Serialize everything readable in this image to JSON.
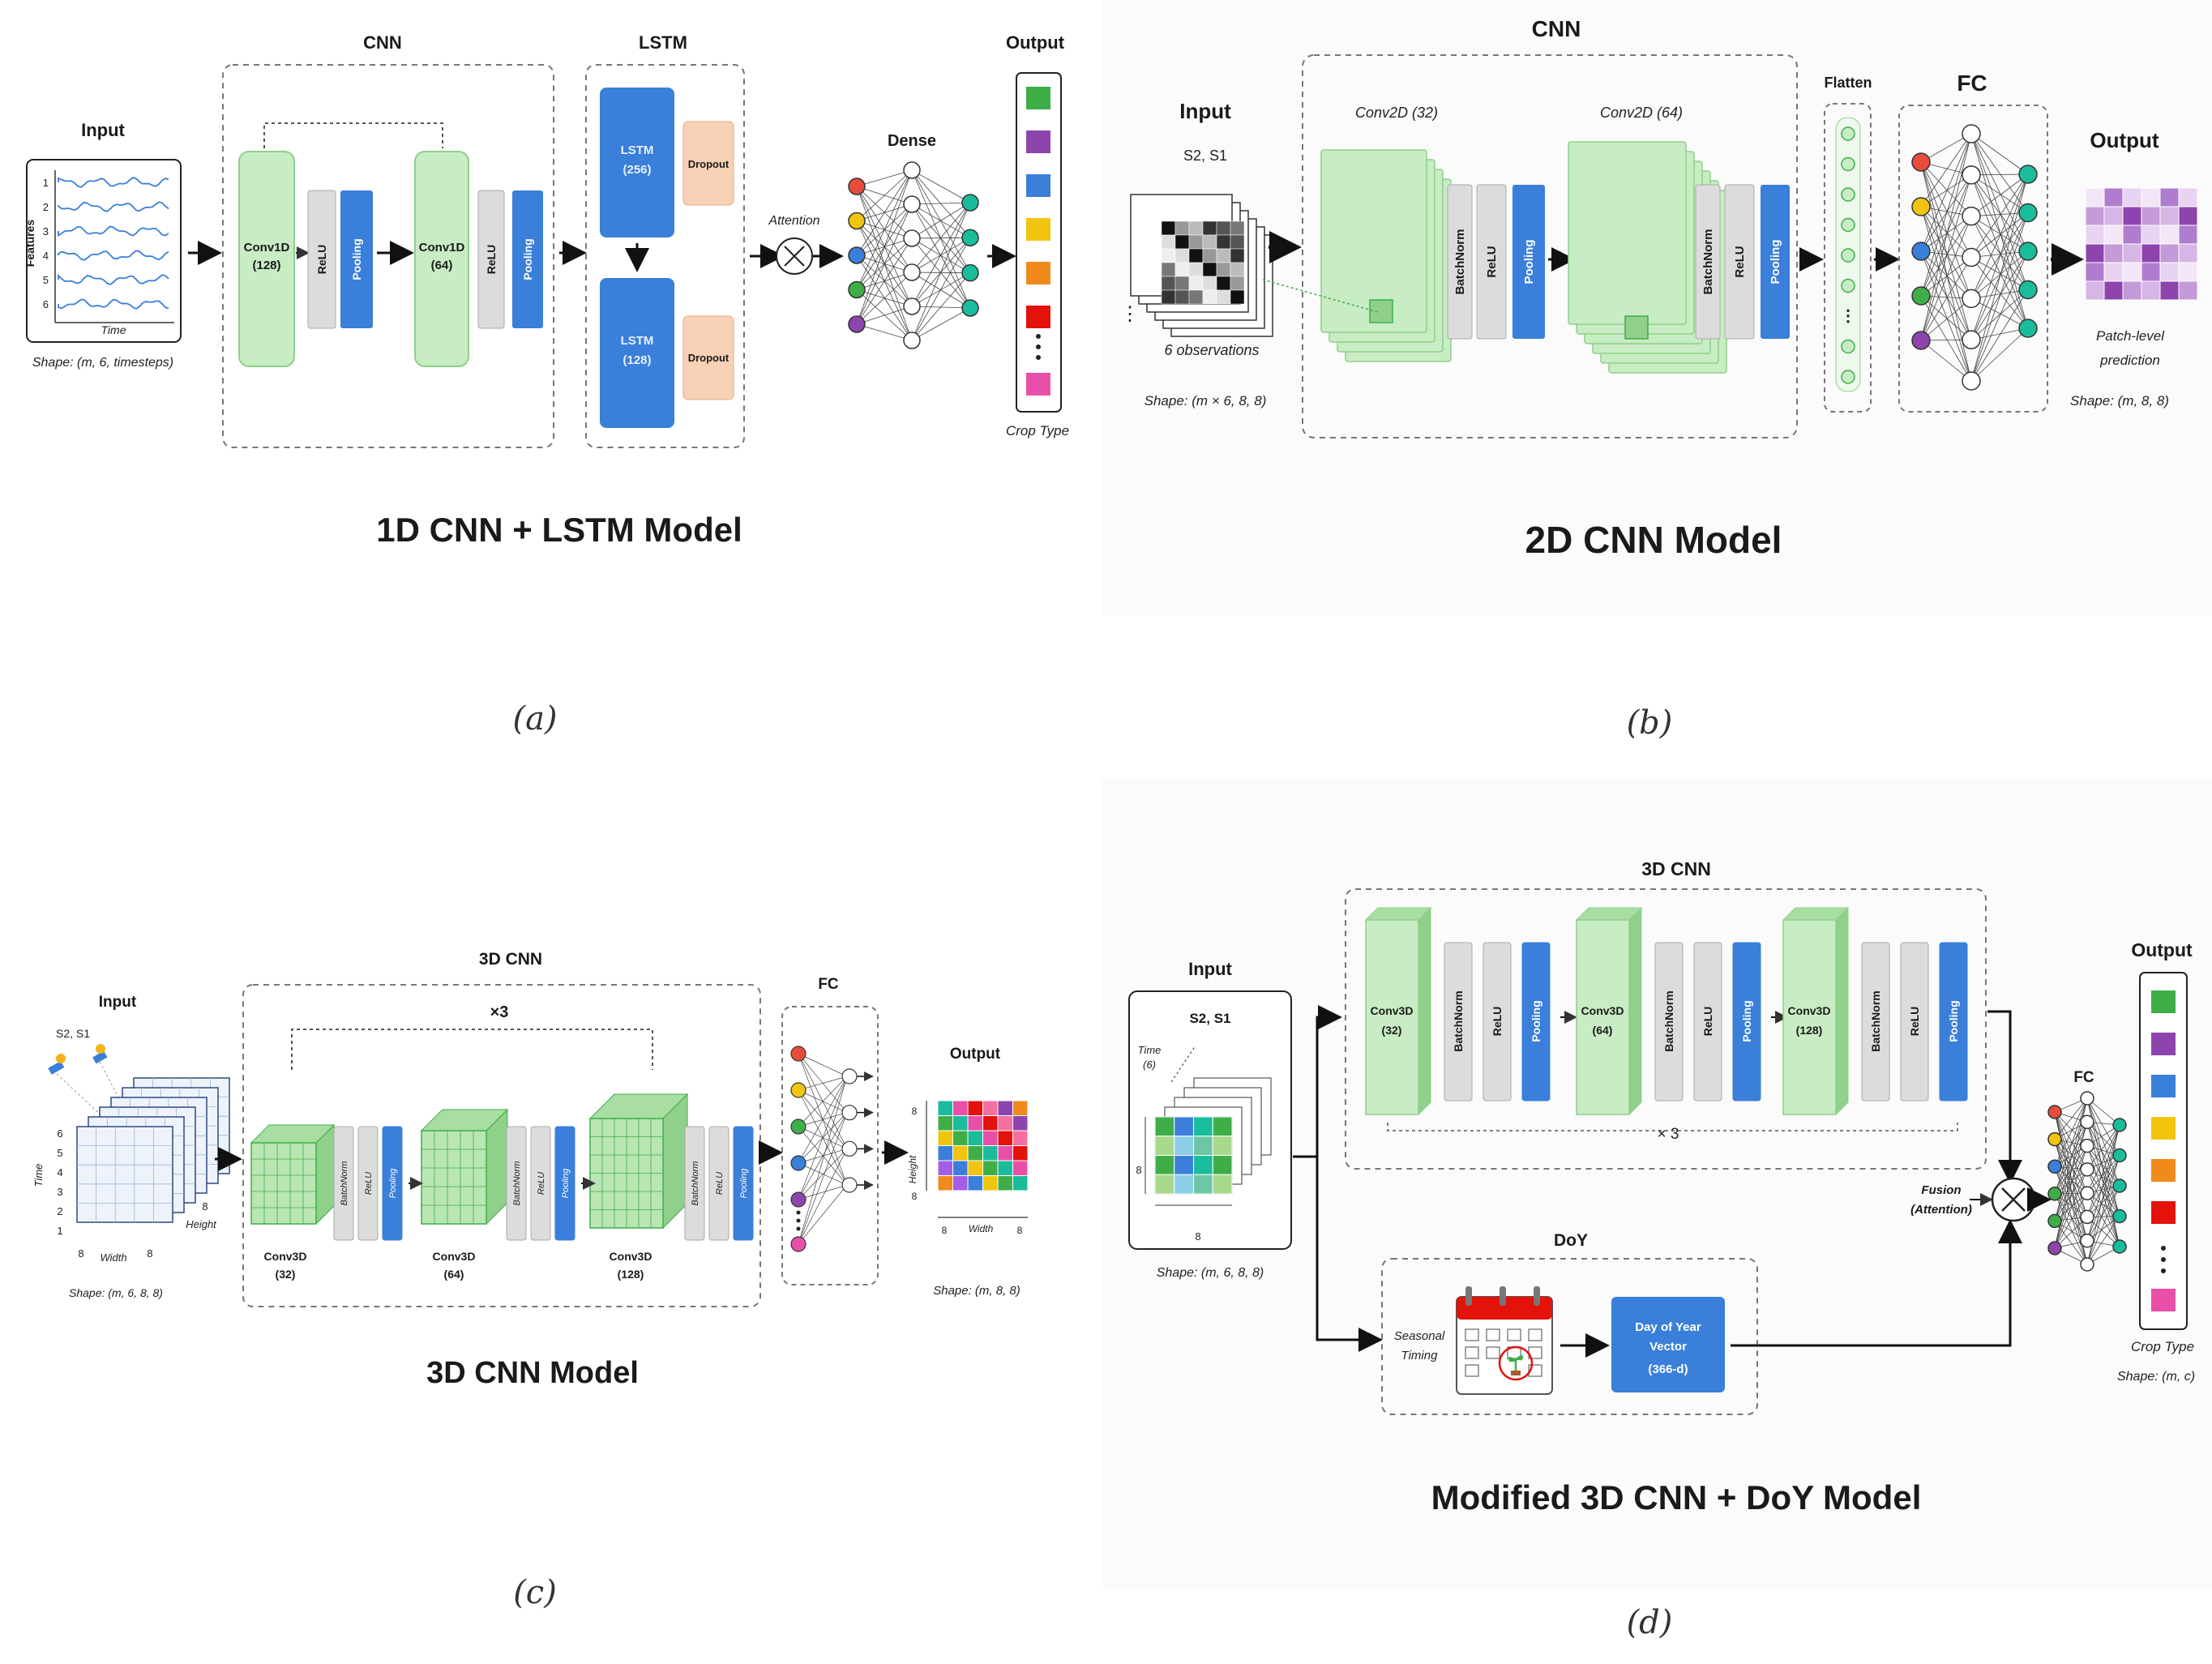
{
  "colors": {
    "green": "#c8ecc4",
    "green_stroke": "#8fd08a",
    "grey": "#dcdcdc",
    "blue": "#3a7fd9",
    "orange": "#f8d1b6",
    "purple": "#9b59b6"
  },
  "output_colors": [
    "#3fae49",
    "#8e44ad",
    "#3a7fd9",
    "#f1c40f",
    "#f08a1c",
    "#e3120b",
    "#e84fa8"
  ],
  "panel_a": {
    "input": {
      "title": "Input",
      "ylabel": "Features",
      "xlabel": "Time",
      "rows": [
        "1",
        "2",
        "3",
        "4",
        "5",
        "6"
      ],
      "shape": "Shape: (m, 6, timesteps)"
    },
    "cnn": {
      "title": "CNN",
      "conv1": "Conv1D",
      "conv1_n": "(128)",
      "conv2": "Conv1D",
      "conv2_n": "(64)",
      "relu": "ReLU",
      "pool": "Pooling"
    },
    "lstm": {
      "title": "LSTM",
      "l1": "LSTM",
      "l1_n": "(256)",
      "l2": "LSTM",
      "l2_n": "(128)",
      "dropout": "Dropout"
    },
    "attention": "Attention",
    "dense": "Dense",
    "output": {
      "title": "Output",
      "label": "Crop Type"
    },
    "model_title": "1D CNN + LSTM Model",
    "caption": "(a)"
  },
  "panel_b": {
    "cnn_title": "CNN",
    "input": {
      "title": "Input",
      "sub": "S2, S1",
      "obs": "6 observations",
      "shape": "Shape: (m × 6, 8, 8)"
    },
    "conv1": "Conv2D (32)",
    "conv2": "Conv2D (64)",
    "batchnorm": "BatchNorm",
    "relu": "ReLU",
    "pool": "Pooling",
    "flatten": "Flatten",
    "fc": "FC",
    "output": {
      "title": "Output",
      "label1": "Patch-level",
      "label2": "prediction",
      "shape": "Shape: (m, 8, 8)"
    },
    "model_title": "2D CNN Model",
    "caption": "(b)"
  },
  "panel_c": {
    "input": {
      "title": "Input",
      "sub": "S2, S1",
      "time": "Time",
      "width": "Width",
      "height": "Height",
      "shape": "Shape: (m, 6, 8, 8)",
      "ticks": [
        "6",
        "5",
        "4",
        "3",
        "2",
        "1"
      ],
      "w8": "8",
      "h8": "8"
    },
    "cnn": {
      "title": "3D CNN",
      "times": "×3",
      "c1": "Conv3D",
      "c1n": "(32)",
      "c2": "Conv3D",
      "c2n": "(64)",
      "c3": "Conv3D",
      "c3n": "(128)",
      "batchnorm": "BatchNorm",
      "relu": "ReLU",
      "pool": "Pooling"
    },
    "fc": "FC",
    "output": {
      "title": "Output",
      "height": "Height",
      "width": "Width",
      "v8": "8",
      "shape": "Shape: (m, 8, 8)"
    },
    "model_title": "3D CNN Model",
    "caption": "(c)"
  },
  "panel_d": {
    "input": {
      "title": "Input",
      "sub": "S2, S1",
      "time": "Time",
      "time_n": "(6)",
      "v8": "8",
      "shape": "Shape: (m, 6, 8, 8)"
    },
    "cnn": {
      "title": "3D CNN",
      "c1": "Conv3D",
      "c1n": "(32)",
      "c2": "Conv3D",
      "c2n": "(64)",
      "c3": "Conv3D",
      "c3n": "(128)",
      "batchnorm": "BatchNorm",
      "relu": "ReLU",
      "pool": "Pooling",
      "times": "× 3"
    },
    "doy": {
      "title": "DoY",
      "seasonal": "Seasonal",
      "timing": "Timing",
      "vec1": "Day of Year",
      "vec2": "Vector",
      "vec3": "(366-d)"
    },
    "fusion1": "Fusion",
    "fusion2": "(Attention)",
    "fc": "FC",
    "output": {
      "title": "Output",
      "label": "Crop Type",
      "shape": "Shape: (m, c)"
    },
    "model_title": "Modified 3D CNN + DoY Model",
    "caption": "(d)"
  }
}
